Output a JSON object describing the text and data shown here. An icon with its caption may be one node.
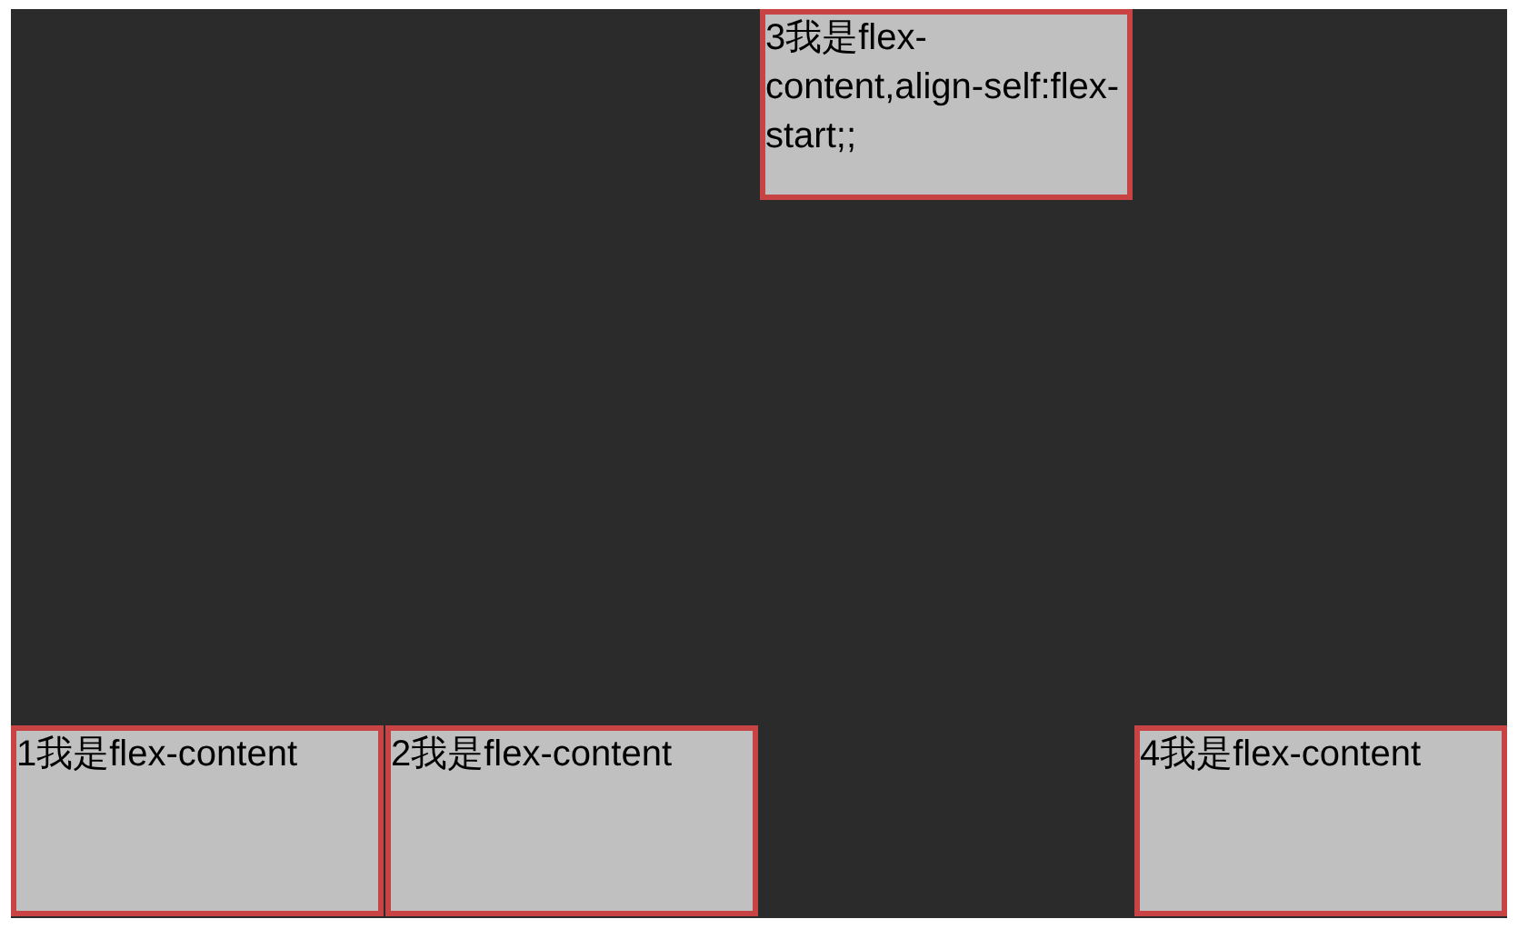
{
  "diagram": {
    "nodes": [
      {
        "text": [],
        "shape": "box"
      },
      {
        "text": [
          "3我是flex-content,align-self:flex-start;;"
        ],
        "in": 0
      },
      {
        "text": [
          "1我是flex-content"
        ],
        "in": 0
      },
      {
        "text": [
          "2我是flex-content"
        ],
        "in": 0
      },
      {
        "text": [
          "4我是flex-content"
        ],
        "in": 0
      }
    ]
  }
}
